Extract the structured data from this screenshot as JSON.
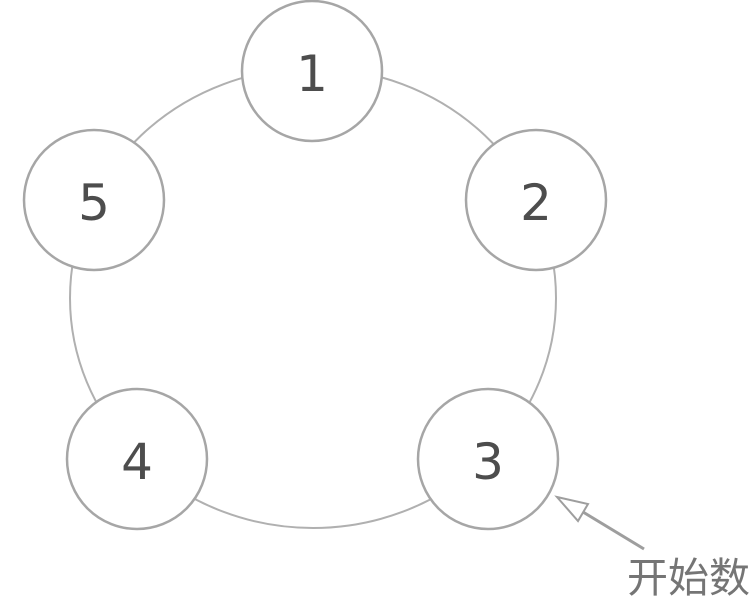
{
  "diagram": {
    "type": "circular-linked-list",
    "description": "Five numbered circles arranged on a ring, counting circle diagram",
    "nodes": [
      {
        "label": "1"
      },
      {
        "label": "2"
      },
      {
        "label": "3"
      },
      {
        "label": "4"
      },
      {
        "label": "5"
      }
    ],
    "annotation": {
      "text": "开始数",
      "target_node_label": "3"
    },
    "colors": {
      "ring_stroke": "#b0b0b0",
      "node_stroke": "#a6a6a6",
      "node_fill": "#ffffff",
      "node_label": "#4d4d4d",
      "arrow": "#9e9e9e",
      "annotation_text": "#757575"
    }
  }
}
